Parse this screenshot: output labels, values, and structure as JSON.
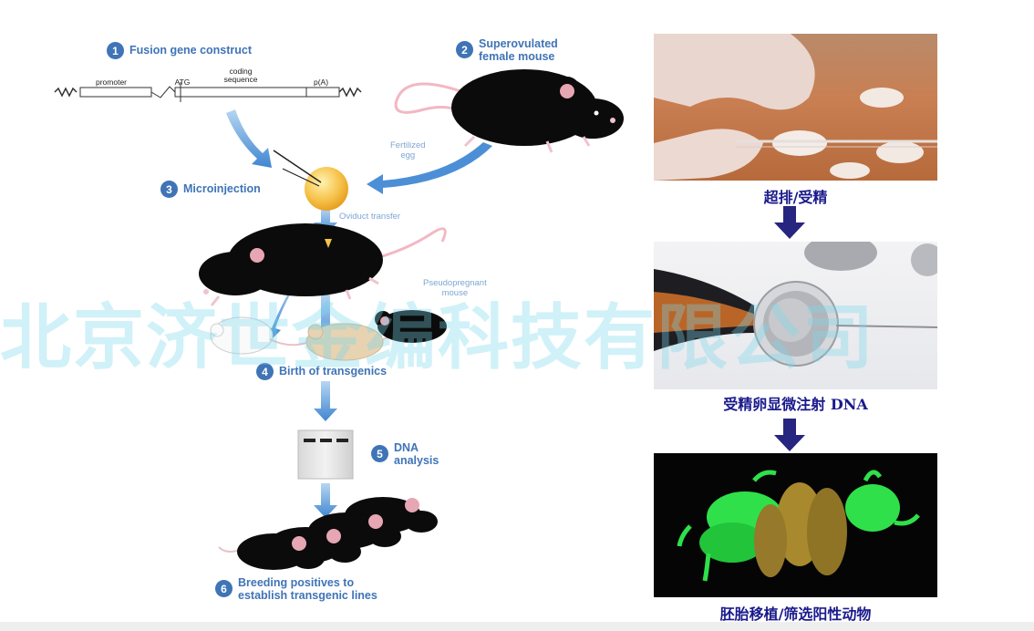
{
  "steps": {
    "s1": {
      "num": "1",
      "label": "Fusion gene construct"
    },
    "s2": {
      "num": "2",
      "label_l1": "Superovulated",
      "label_l2": "female mouse"
    },
    "s3": {
      "num": "3",
      "label": "Microinjection"
    },
    "s4": {
      "num": "4",
      "label": "Birth of transgenics"
    },
    "s5": {
      "num": "5",
      "label_l1": "DNA",
      "label_l2": "analysis"
    },
    "s6": {
      "num": "6",
      "label_l1": "Breeding positives to",
      "label_l2": "establish transgenic lines"
    }
  },
  "gene": {
    "promoter": "promoter",
    "atg": "ATG",
    "coding_l1": "coding",
    "coding_l2": "sequence",
    "polya": "p(A)"
  },
  "notes": {
    "fertilized_l1": "Fertilized",
    "fertilized_l2": "egg",
    "oviduct": "Oviduct transfer",
    "pseudo_l1": "Pseudopregnant",
    "pseudo_l2": "mouse"
  },
  "captions": {
    "c1": "超排/受精",
    "c2": "受精卵显微注射 DNA",
    "c3": "胚胎移植/筛选阳性动物"
  },
  "watermark": "北京济世金编科技有限公司",
  "colors": {
    "step_blue": "#3f74b6",
    "arrow_blue": "#6aa6dc",
    "caption_navy": "#1a1a8c",
    "gfp_green": "#2fe04a"
  }
}
